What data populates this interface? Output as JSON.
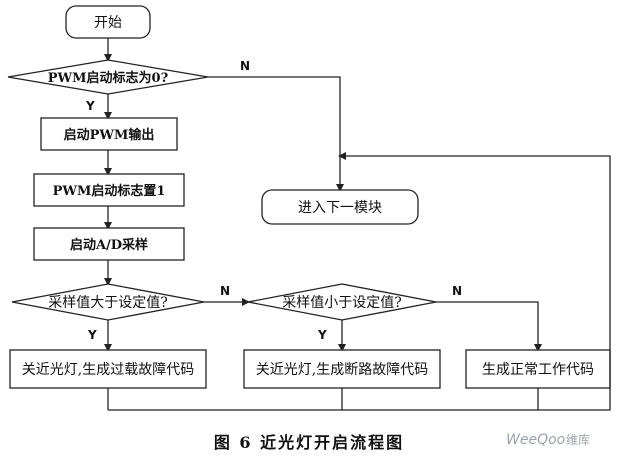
{
  "nodes": {
    "start": "开始",
    "pwm_check": "PWM启动标志为0?",
    "start_pwm": "启动PWM输出",
    "pwm_flag_set": "PWM启动标志置1",
    "start_ad": "启动A/D采样",
    "sample_gt": "采样值大于设定值?",
    "sample_lt": "采样值小于设定值?",
    "next_module": "进入下一模块",
    "overload_fault": "关近光灯,生成过载故障代码",
    "open_circuit_fault": "关近光灯,生成断路故障代码",
    "normal_code": "生成正常工作代码"
  },
  "edge_labels": {
    "pwm_no": "N",
    "pwm_yes": "Y",
    "gt_no": "N",
    "gt_yes": "Y",
    "lt_no": "N",
    "lt_yes": "Y"
  },
  "caption": "图 6    近光灯开启流程图",
  "watermark": {
    "brand": "WeeQoo",
    "cn": "维库"
  }
}
